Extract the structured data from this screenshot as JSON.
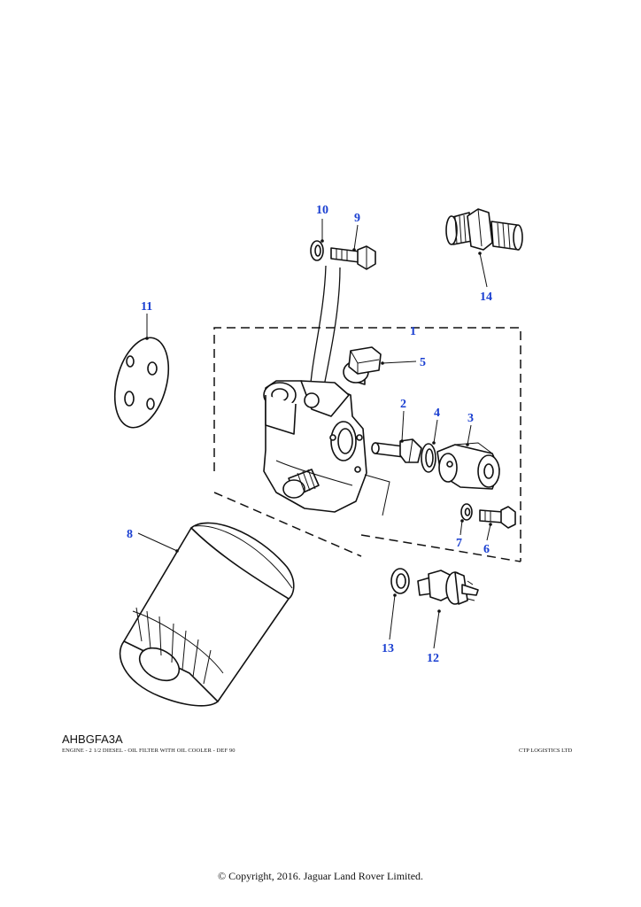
{
  "diagram": {
    "callouts": {
      "c1": "1",
      "c2": "2",
      "c3": "3",
      "c4": "4",
      "c5": "5",
      "c6": "6",
      "c7": "7",
      "c8": "8",
      "c9": "9",
      "c10": "10",
      "c11": "11",
      "c12": "12",
      "c13": "13",
      "c14": "14"
    },
    "callout_color": "#1a3fd1"
  },
  "footer": {
    "reference": "AHBGFA3A",
    "caption": "ENGINE - 2 1/2 DIESEL - OIL FILTER WITH OIL COOLER - DEF 90",
    "supplier": "CTP LOGISTICS LTD",
    "copyright": "© Copyright, 2016. Jaguar Land Rover Limited."
  }
}
